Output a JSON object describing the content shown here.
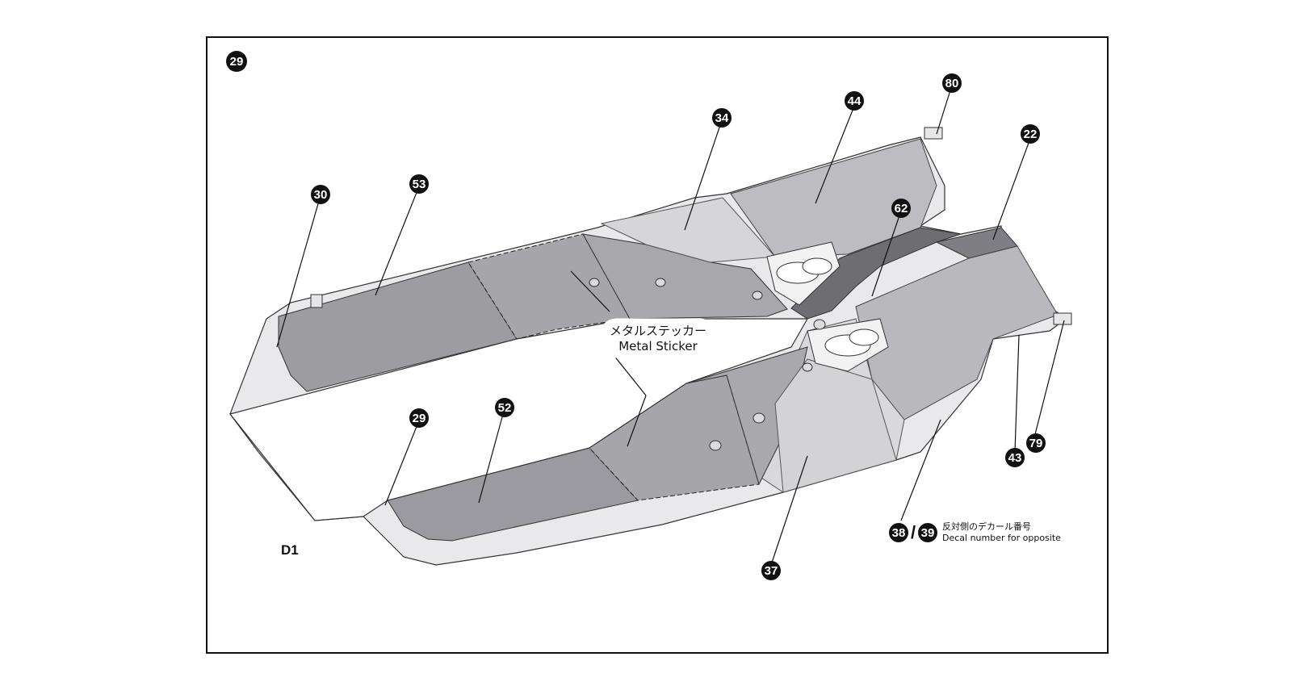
{
  "step_number": "29",
  "part_code": "D1",
  "metal_sticker": {
    "jp": "メタルステッカー",
    "en": "Metal Sticker"
  },
  "decal_labels": [
    {
      "id": "d80",
      "num": "80"
    },
    {
      "id": "d44",
      "num": "44"
    },
    {
      "id": "d34",
      "num": "34"
    },
    {
      "id": "d22",
      "num": "22"
    },
    {
      "id": "d62",
      "num": "62"
    },
    {
      "id": "d53",
      "num": "53"
    },
    {
      "id": "d30",
      "num": "30"
    },
    {
      "id": "d29",
      "num": "29"
    },
    {
      "id": "d52",
      "num": "52"
    },
    {
      "id": "d43",
      "num": "43"
    },
    {
      "id": "d79",
      "num": "79"
    },
    {
      "id": "d37",
      "num": "37"
    }
  ],
  "legend": {
    "left_num": "38",
    "separator": "/",
    "right_num": "39",
    "jp": "反対側のデカール番号",
    "en": "Decal number for opposite"
  }
}
